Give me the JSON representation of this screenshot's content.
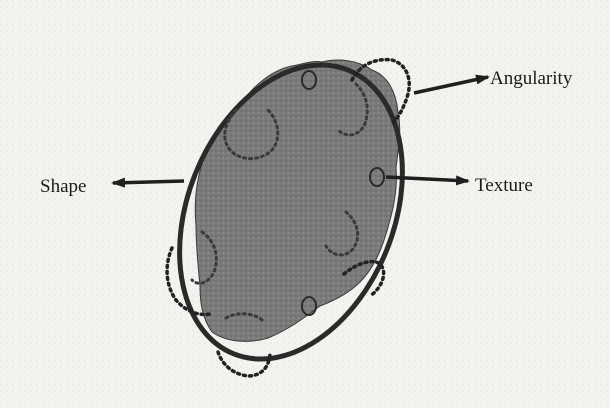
{
  "labels": {
    "angularity": "Angularity",
    "shape": "Shape",
    "texture": "Texture"
  },
  "colors": {
    "background": "#f3f3ef",
    "particle_fill": "#7a7a7a",
    "outline": "#2a2a2a",
    "dotted": "#222222",
    "text": "#1a1a1a"
  }
}
